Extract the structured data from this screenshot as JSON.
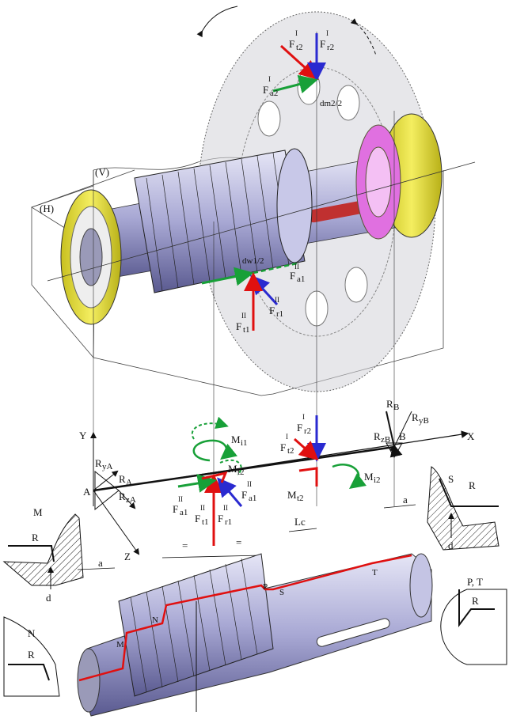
{
  "top_view": {
    "plane_v": "(V)",
    "plane_h": "(H)",
    "ft2_sup": "I",
    "ft2_base": "F",
    "ft2_sub": "t2",
    "fr2_sup": "I",
    "fr2_base": "F",
    "fr2_sub": "r2",
    "fa2_sup": "I",
    "fa2_base": "F",
    "fa2_sub": "a2",
    "dm2": "dm2/2",
    "dw1": "dw1/2",
    "fa1_sup": "II",
    "fa1_base": "F",
    "fa1_sub": "a1",
    "fr1_sup": "II",
    "fr1_base": "F",
    "fr1_sub": "r1",
    "ft1_sup": "II",
    "ft1_base": "F",
    "ft1_sub": "t1"
  },
  "scheme": {
    "axis_x": "X",
    "axis_y": "Y",
    "axis_z": "Z",
    "point_a": "A",
    "point_b": "B",
    "ra_base": "R",
    "ra_sub": "A",
    "rya_base": "R",
    "rya_sub": "yA",
    "rza_base": "R",
    "rza_sub": "zA",
    "rb_base": "R",
    "rb_sub": "B",
    "ryb_base": "R",
    "ryb_sub": "yB",
    "rzb_base": "R",
    "rzb_sub": "zB",
    "mi1_base": "M",
    "mi1_sub": "i1",
    "mt2a_base": "M",
    "mt2a_sub": "t2",
    "mt2b_base": "M",
    "mt2b_sub": "t2",
    "mi2_base": "M",
    "mi2_sub": "i2",
    "fa1_sup": "II",
    "fa1_base": "F",
    "fa1_sub": "a1",
    "fa1b_sup": "II",
    "fa1b_base": "F",
    "fa1b_sub": "a1",
    "ft1_sup": "II",
    "ft1_base": "F",
    "ft1_sub": "t1",
    "fr1_sup": "II",
    "fr1_base": "F",
    "fr1_sub": "r1",
    "ft2_sup": "I",
    "ft2_base": "F",
    "ft2_sub": "t2",
    "fr2_sup": "I",
    "fr2_base": "F",
    "fr2_sub": "r2",
    "eq1": "=",
    "eq2": "=",
    "lc": "Lc",
    "dim_a_left": "a",
    "dim_a_right": "a"
  },
  "shaft_labels": {
    "m": "M",
    "n": "N",
    "p": "P",
    "s": "S",
    "t": "T"
  },
  "details": {
    "m_title": "M",
    "m_r": "R",
    "m_d": "d",
    "s_title": "S",
    "s_r": "R",
    "s_d": "d",
    "n_title": "N",
    "n_r": "R",
    "pt_title": "P, T",
    "pt_r": "R"
  },
  "colors": {
    "red": "#e01010",
    "blue": "#2a2ad0",
    "green": "#18a038",
    "yellow": "#e8e23a",
    "magenta": "#d050d0",
    "steel": "#b8b8e0",
    "steel_dark": "#6a6aa0"
  }
}
